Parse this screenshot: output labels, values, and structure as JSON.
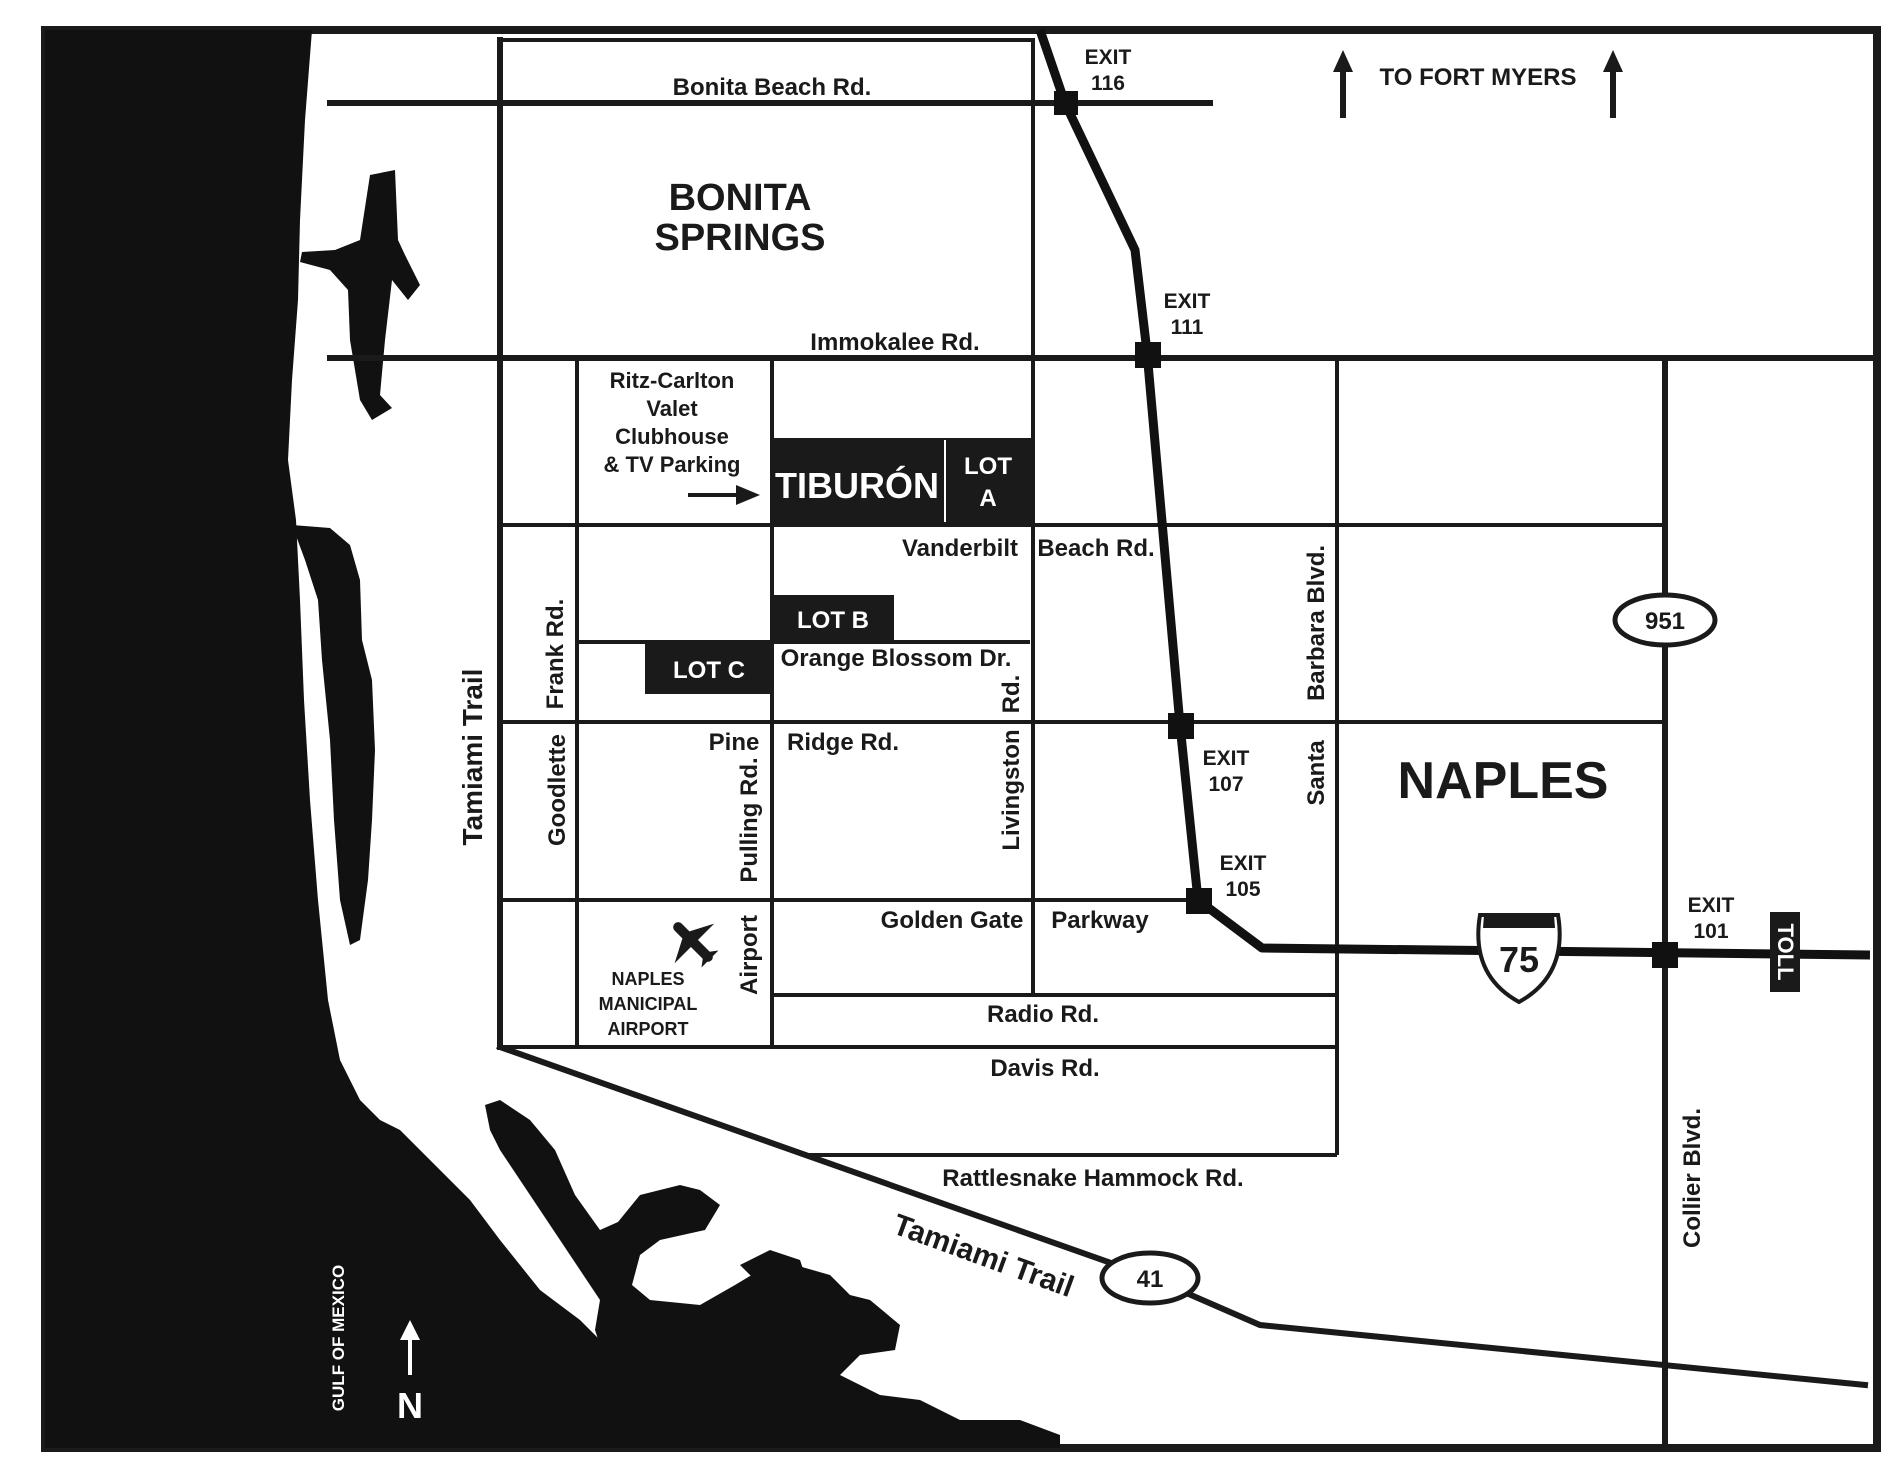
{
  "cities": {
    "bonita_line1": "BONITA",
    "bonita_line2": "SPRINGS",
    "naples": "NAPLES"
  },
  "roads": {
    "bonita_beach": "Bonita Beach Rd.",
    "immokalee": "Immokalee Rd.",
    "vanderbilt": "Vanderbilt",
    "beach_rd": "Beach Rd.",
    "orange_blossom": "Orange Blossom Dr.",
    "pine": "Pine",
    "ridge_rd": "Ridge Rd.",
    "golden_gate": "Golden Gate",
    "parkway": "Parkway",
    "radio": "Radio Rd.",
    "davis": "Davis Rd.",
    "rattlesnake": "Rattlesnake Hammock Rd.",
    "tamiami_vertical": "Tamiami Trail",
    "tamiami_diagonal": "Tamiami Trail",
    "frank": "Frank Rd.",
    "goodlette": "Goodlette",
    "pulling": "Pulling Rd.",
    "airport": "Airport",
    "livingston": "Livingston",
    "livingston_rd": "Rd.",
    "santa": "Santa",
    "barbara": "Barbara Blvd.",
    "collier": "Collier Blvd."
  },
  "exits": [
    {
      "line1": "EXIT",
      "line2": "116"
    },
    {
      "line1": "EXIT",
      "line2": "111"
    },
    {
      "line1": "EXIT",
      "line2": "107"
    },
    {
      "line1": "EXIT",
      "line2": "105"
    },
    {
      "line1": "EXIT",
      "line2": "101"
    }
  ],
  "shields": {
    "interstate": "75",
    "route_951": "951",
    "route_41": "41",
    "toll": "TOLL"
  },
  "lots": {
    "tiburon": "TIBURÓN",
    "lot_a_line1": "LOT",
    "lot_a_line2": "A",
    "lot_b": "LOT B",
    "lot_c": "LOT C"
  },
  "ritz": {
    "line1": "Ritz-Carlton",
    "line2": "Valet",
    "line3": "Clubhouse",
    "line4": "& TV Parking"
  },
  "airport": {
    "line1": "NAPLES",
    "line2": "MANICIPAL",
    "line3": "AIRPORT"
  },
  "direction": {
    "to_fort_myers": "TO FORT MYERS",
    "north": "N",
    "gulf": "GULF OF MEXICO"
  },
  "colors": {
    "ink": "#1a1a1a",
    "paper": "#ffffff"
  }
}
